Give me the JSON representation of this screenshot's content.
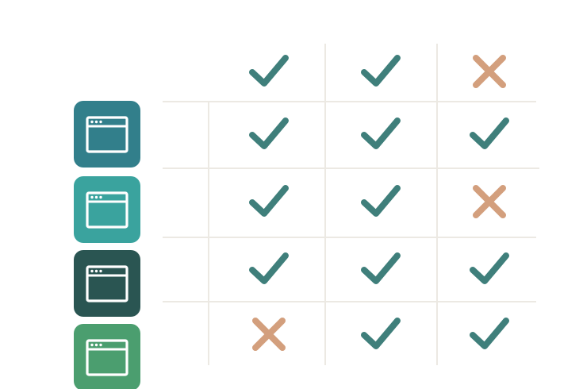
{
  "colors": {
    "check": "#3f7f7b",
    "cross": "#d39f7d",
    "grid": "#ece9e3",
    "window_glyph": "#ffffff"
  },
  "columns": [
    {
      "id": "col-1"
    },
    {
      "id": "col-2"
    },
    {
      "id": "col-3"
    }
  ],
  "header_row": {
    "marks": [
      "check",
      "check",
      "cross"
    ]
  },
  "rows": [
    {
      "id": "row-1",
      "icon": "browser-window-icon",
      "tile_color": "#327f8b",
      "marks": [
        "check",
        "check",
        "check"
      ]
    },
    {
      "id": "row-2",
      "icon": "browser-window-icon",
      "tile_color": "#3aa39e",
      "marks": [
        "check",
        "check",
        "cross"
      ]
    },
    {
      "id": "row-3",
      "icon": "browser-window-icon",
      "tile_color": "#2a5552",
      "marks": [
        "check",
        "check",
        "check"
      ]
    },
    {
      "id": "row-4",
      "icon": "browser-window-icon",
      "tile_color": "#4b9e6f",
      "marks": [
        "cross",
        "check",
        "check"
      ]
    }
  ]
}
